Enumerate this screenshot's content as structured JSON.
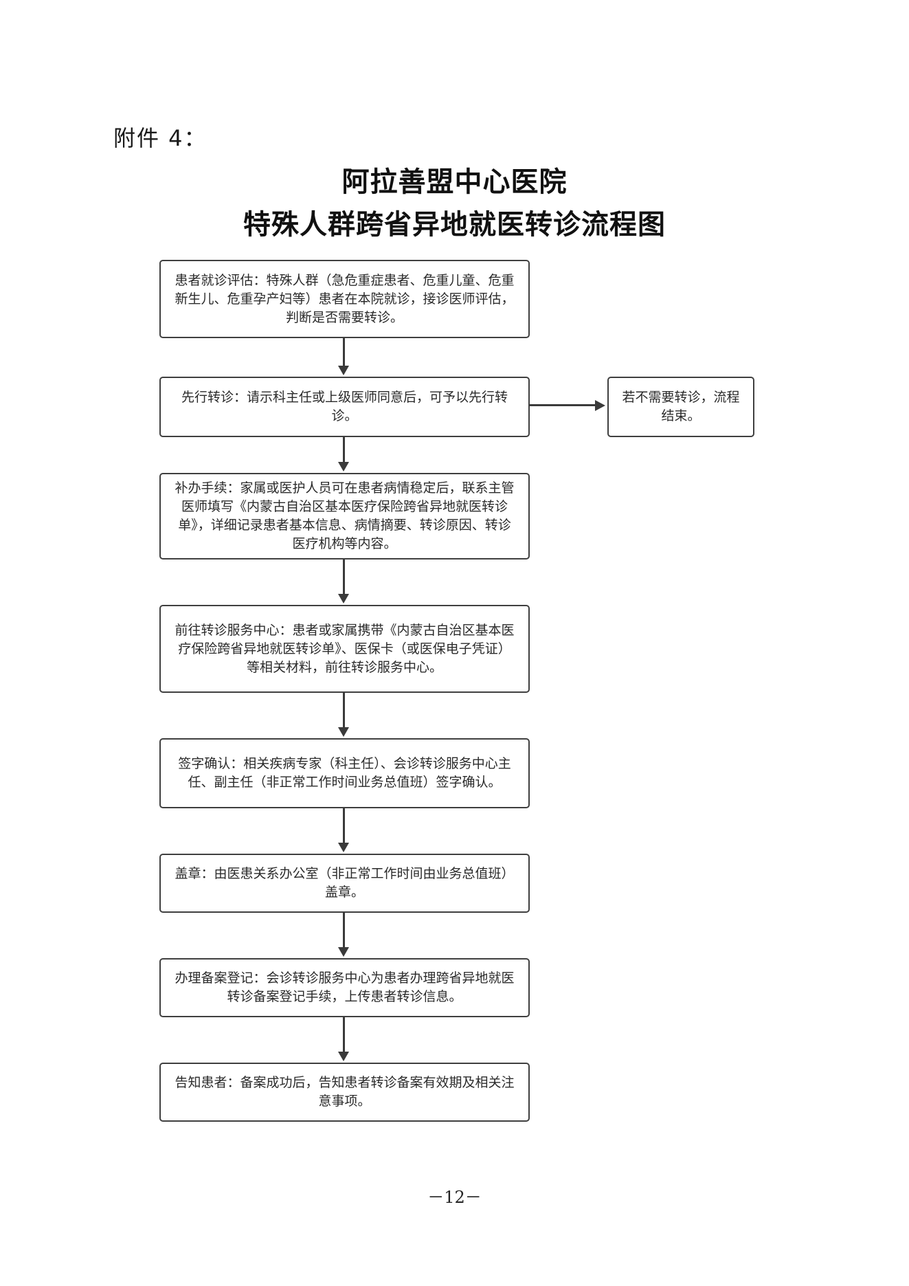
{
  "header": {
    "attachment_label": "附件 4："
  },
  "title": {
    "line1": "阿拉善盟中心医院",
    "line2": "特殊人群跨省异地就医转诊流程图"
  },
  "flowchart": {
    "steps": [
      "患者就诊评估：特殊人群（急危重症患者、危重儿童、危重新生儿、危重孕产妇等）患者在本院就诊，接诊医师评估，判断是否需要转诊。",
      "先行转诊：请示科主任或上级医师同意后，可予以先行转诊。",
      "补办手续：家属或医护人员可在患者病情稳定后，联系主管医师填写《内蒙古自治区基本医疗保险跨省异地就医转诊单》，详细记录患者基本信息、病情摘要、转诊原因、转诊医疗机构等内容。",
      "前往转诊服务中心：患者或家属携带《内蒙古自治区基本医疗保险跨省异地就医转诊单》、医保卡（或医保电子凭证）等相关材料，前往转诊服务中心。",
      "签字确认：相关疾病专家（科主任）、会诊转诊服务中心主任、副主任（非正常工作时间业务总值班）签字确认。",
      "盖章：由医患关系办公室（非正常工作时间由业务总值班）盖章。",
      "办理备案登记：会诊转诊服务中心为患者办理跨省异地就医转诊备案登记手续，上传患者转诊信息。",
      "告知患者：备案成功后，告知患者转诊备案有效期及相关注意事项。"
    ],
    "branch": "若不需要转诊，流程结束。"
  },
  "footer": {
    "page_number": "－12－"
  }
}
